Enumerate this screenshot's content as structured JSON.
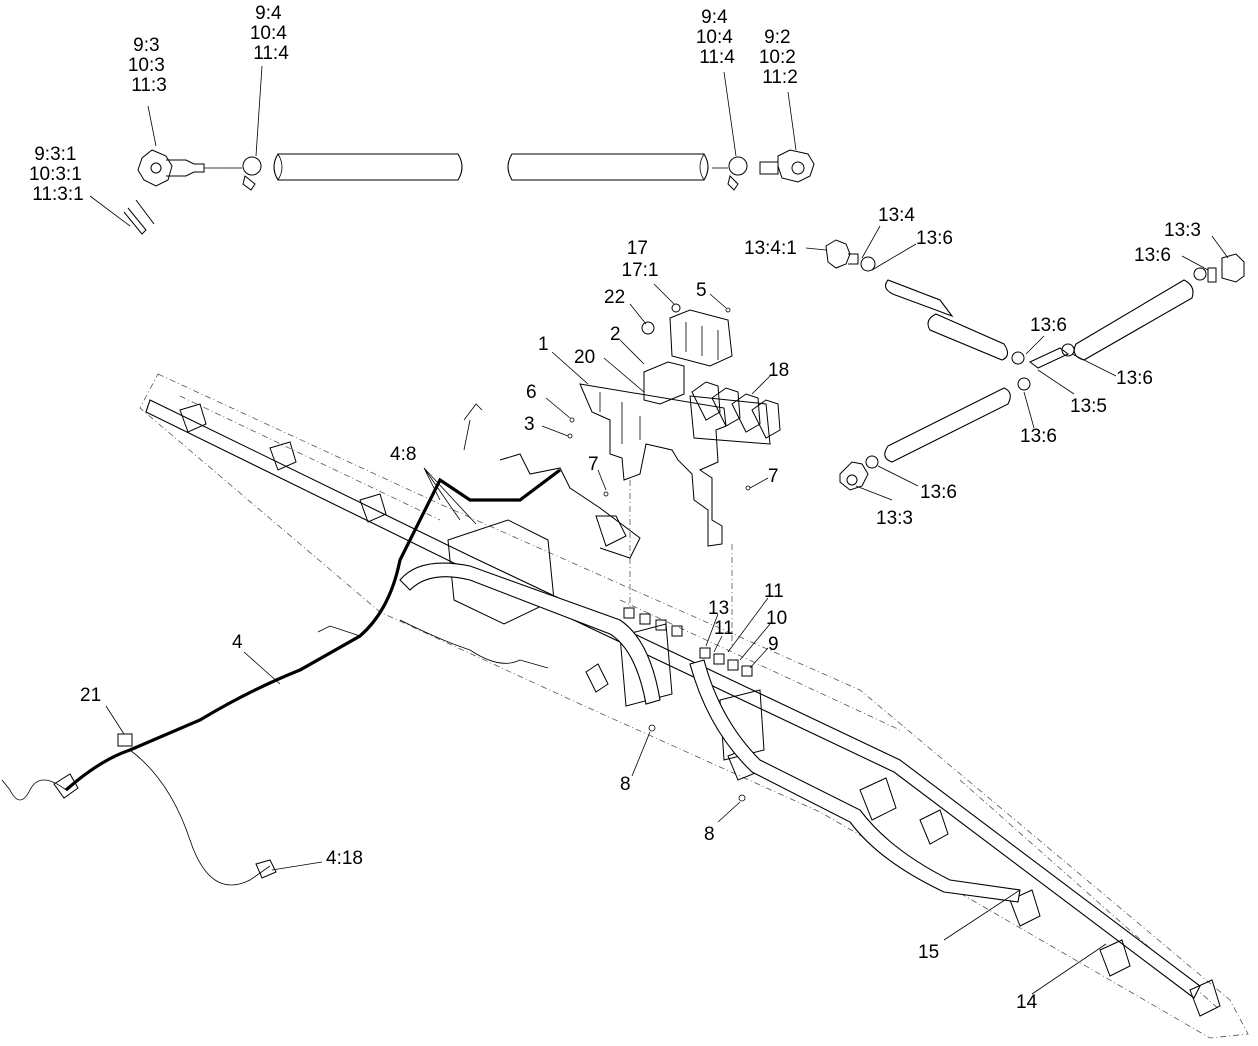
{
  "callouts": {
    "c_9_3": [
      "9:3",
      "10:3",
      "11:3"
    ],
    "c_9_4a": [
      "9:4",
      "10:4",
      "11:4"
    ],
    "c_9_4b": [
      "9:4",
      "10:4",
      "11:4"
    ],
    "c_9_2": [
      "9:2",
      "10:2",
      "11:2"
    ],
    "c_9_3_1": [
      "9:3:1",
      "10:3:1",
      "11:3:1"
    ],
    "c_17": [
      "17",
      "17:1"
    ],
    "c_5": "5",
    "c_22": "22",
    "c_2": "2",
    "c_1": "1",
    "c_20": "20",
    "c_18": "18",
    "c_6": "6",
    "c_3": "3",
    "c_4_8": "4:8",
    "c_7a": "7",
    "c_7b": "7",
    "c_13_4_1": "13:4:1",
    "c_13_4": "13:4",
    "c_13_6a": "13:6",
    "c_13_3a": "13:3",
    "c_13_6b": "13:6",
    "c_13_6c": "13:6",
    "c_13_6d": "13:6",
    "c_13_5": "13:5",
    "c_13_6e": "13:6",
    "c_13_6f": "13:6",
    "c_13_3b": "13:3",
    "c_11a": "11",
    "c_13": "13",
    "c_11b": "11",
    "c_10": "10",
    "c_9": "9",
    "c_4": "4",
    "c_21": "21",
    "c_8a": "8",
    "c_8b": "8",
    "c_4_18": "4:18",
    "c_15": "15",
    "c_14": "14"
  }
}
